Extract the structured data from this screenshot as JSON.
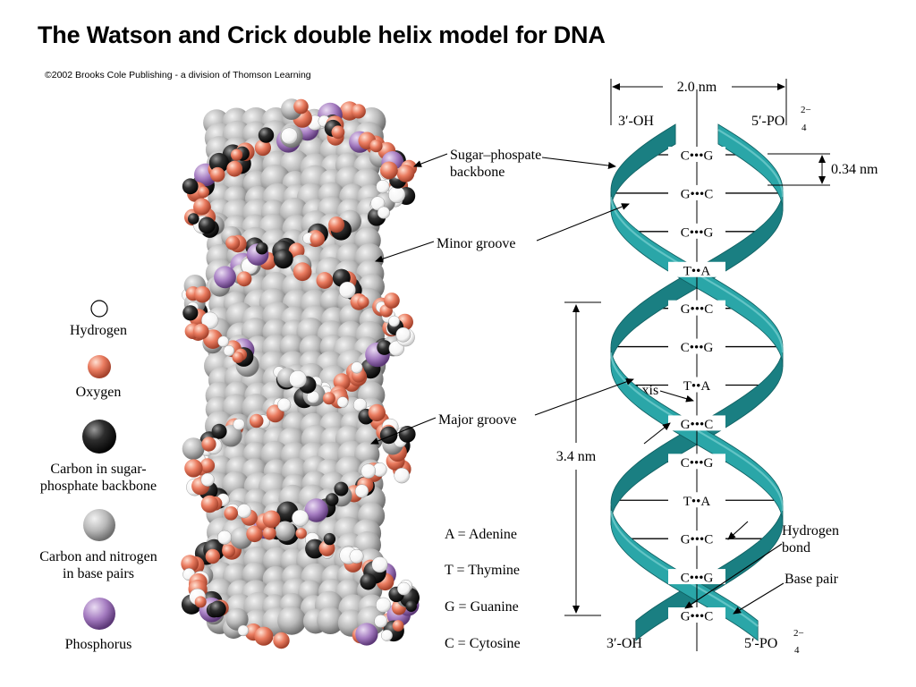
{
  "title": "The Watson and Crick double helix model for DNA",
  "copyright": "©2002 Brooks Cole Publishing - a division of Thomson Learning",
  "legend": {
    "hydrogen": "Hydrogen",
    "oxygen": "Oxygen",
    "carbon_backbone": [
      "Carbon in sugar-",
      "phosphate backbone"
    ],
    "carbon_nitrogen": [
      "Carbon and nitrogen",
      "in base pairs"
    ],
    "phosphorus": "Phosphorus"
  },
  "colors": {
    "hydrogen": "#ffffff",
    "oxygen": "#e8775a",
    "carbon_backbone": "#2b2b2b",
    "carbon_nitrogen": "#b4b4b4",
    "phosphorus": "#9b6fb3",
    "ribbon": "#2aa6a8",
    "ribbon_dark": "#1a7f82"
  },
  "abbreviations": [
    "A = Adenine",
    "T = Thymine",
    "G = Guanine",
    "C = Cytosine"
  ],
  "annotations": {
    "backbone": [
      "Sugar–phospate",
      "backbone"
    ],
    "minor_groove": "Minor groove",
    "major_groove": "Major groove",
    "axis": "Axis",
    "hydrogen_bond": [
      "Hydrogen",
      "bond"
    ],
    "base_pair": "Base pair"
  },
  "helix": {
    "width_label": "2.0 nm",
    "rise_label": "0.34 nm",
    "pitch_label": "3.4 nm",
    "top_left": "3′-OH",
    "top_right": "5′-PO",
    "bottom_left": "3′-OH",
    "bottom_right": "5′-PO",
    "phosphate_sub": "4",
    "phosphate_sup": "2−",
    "base_pairs": [
      {
        "left": "C",
        "bond": "•••",
        "right": "G"
      },
      {
        "left": "G",
        "bond": "•••",
        "right": "C"
      },
      {
        "left": "C",
        "bond": "•••",
        "right": "G"
      },
      {
        "left": "T",
        "bond": "••",
        "right": "A"
      },
      {
        "left": "G",
        "bond": "•••",
        "right": "C"
      },
      {
        "left": "C",
        "bond": "•••",
        "right": "G"
      },
      {
        "left": "T",
        "bond": "••",
        "right": "A"
      },
      {
        "left": "G",
        "bond": "•••",
        "right": "C"
      },
      {
        "left": "C",
        "bond": "•••",
        "right": "G"
      },
      {
        "left": "T",
        "bond": "••",
        "right": "A"
      },
      {
        "left": "G",
        "bond": "•••",
        "right": "C"
      },
      {
        "left": "C",
        "bond": "•••",
        "right": "G"
      },
      {
        "left": "G",
        "bond": "•••",
        "right": "C"
      }
    ]
  }
}
